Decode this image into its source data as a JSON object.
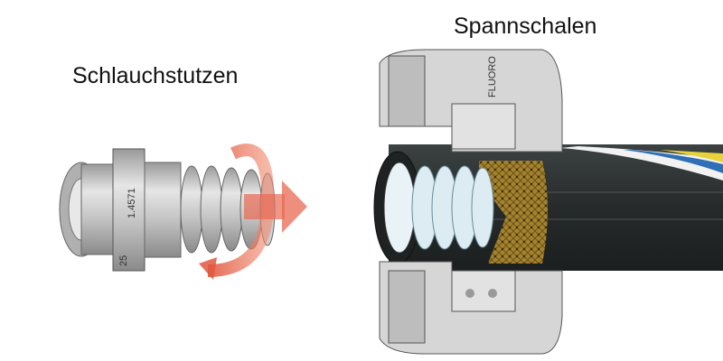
{
  "labels": {
    "hose_tail": "Schlauchstutzen",
    "clamp_shells": "Spannschalen"
  },
  "part_markings": {
    "material": "1.4571",
    "size": "25",
    "brand": "FLUORO"
  },
  "colors": {
    "metal": "#c9c9c9",
    "hose": "#2b2e2e",
    "braid": "#9a7a2a",
    "arrow": "#e0583f",
    "stripe_blue": "#2f6fb5",
    "stripe_yellow": "#e8d23a"
  }
}
